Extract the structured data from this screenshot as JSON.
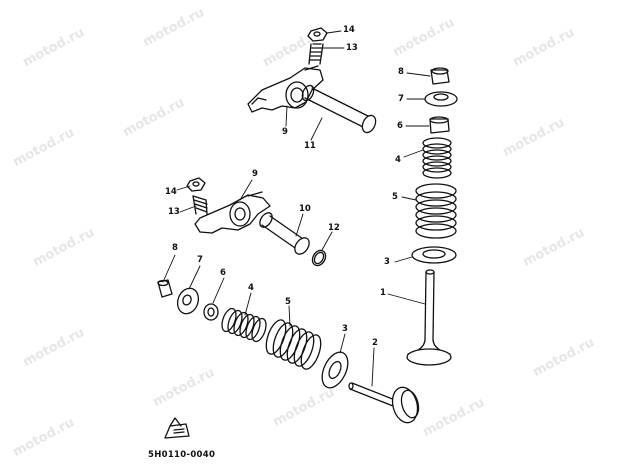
{
  "diagram": {
    "watermark_text": "motod.ru",
    "diagram_code": "5H0110-0040",
    "callouts": {
      "c14a": "14",
      "c13a": "13",
      "c8a": "8",
      "c7a": "7",
      "c6a": "6",
      "c9a": "9",
      "c11": "11",
      "c4a": "4",
      "c5a": "5",
      "c9b": "9",
      "c14b": "14",
      "c13b": "13",
      "c10": "10",
      "c12": "12",
      "c3a": "3",
      "c1": "1",
      "c8b": "8",
      "c7b": "7",
      "c6b": "6",
      "c4b": "4",
      "c5b": "5",
      "c3b": "3",
      "c2": "2"
    }
  }
}
